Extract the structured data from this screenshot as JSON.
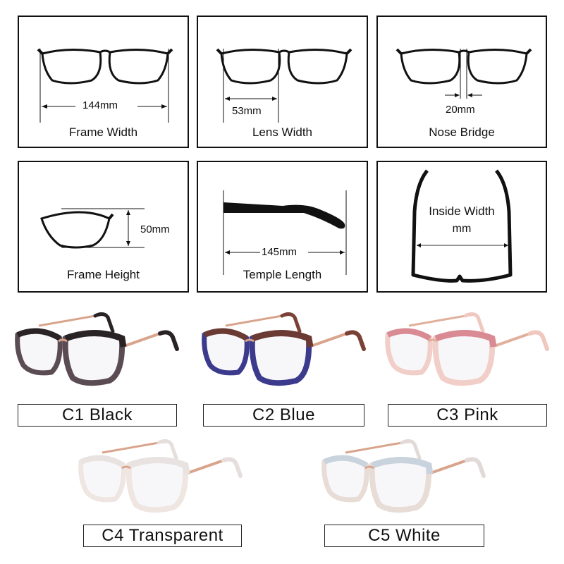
{
  "measurements": [
    {
      "caption": "Frame Width",
      "value": "144mm"
    },
    {
      "caption": "Lens Width",
      "value": "53mm"
    },
    {
      "caption": "Nose Bridge",
      "value": "20mm"
    },
    {
      "caption": "Frame Height",
      "value": "50mm"
    },
    {
      "caption": "Temple Length",
      "value": "145mm"
    },
    {
      "caption": "Inside Width",
      "value": "mm"
    }
  ],
  "colors": [
    {
      "label": "C1 Black",
      "rim": "#2a2326",
      "lower": "#5a4c52",
      "temple": "#d9a48c",
      "tip": "#2a2326"
    },
    {
      "label": "C2 Blue",
      "rim": "#6b3a32",
      "lower": "#3b3a8c",
      "temple": "#d9a48c",
      "tip": "#7a4236"
    },
    {
      "label": "C3 Pink",
      "rim": "#d98a92",
      "lower": "#f1cfc8",
      "temple": "#e0b09c",
      "tip": "#f0c8c0"
    },
    {
      "label": "C4 Transparent",
      "rim": "#e8e2e0",
      "lower": "#efe6e2",
      "temple": "#d9a48c",
      "tip": "#e6dedc"
    },
    {
      "label": "C5 White",
      "rim": "#c9d3dd",
      "lower": "#e8dcd6",
      "temple": "#d9a48c",
      "tip": "#e2dad8"
    }
  ]
}
